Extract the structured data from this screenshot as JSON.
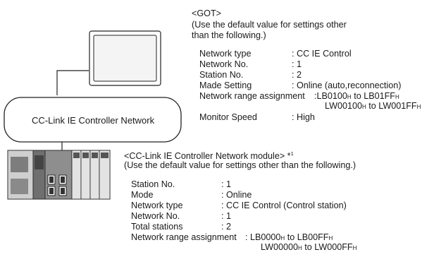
{
  "got": {
    "title": "<GOT>",
    "note_line1": "(Use the default value for settings other",
    "note_line2": " than the following.)",
    "settings": [
      {
        "label": "Network type",
        "value": ": CC IE Control"
      },
      {
        "label": "Network No.",
        "value": ": 1"
      },
      {
        "label": "Station No.",
        "value": ": 2"
      },
      {
        "label": "Made Setting",
        "value": ": Online (auto,reconnection)"
      },
      {
        "label": "Network range assignment",
        "value": ":LB0100",
        "value_sub": "H",
        "value_rest": " to LB01FF",
        "value_rest_sub": "H",
        "value2": "LW00100",
        "value2_sub": "H",
        "value2_rest": " to LW001FF",
        "value2_rest_sub": "H"
      },
      {
        "label": "Monitor Speed",
        "value": ": High"
      }
    ]
  },
  "network": {
    "label": "CC-Link IE Controller Network"
  },
  "module": {
    "title": "<CC-Link IE Controller Network module> *",
    "title_sup": "1",
    "note": "(Use the default value for settings other than the following.)",
    "settings": [
      {
        "label": "Station No.",
        "value": ": 1"
      },
      {
        "label": "Mode",
        "value": ": Online"
      },
      {
        "label": "Network type",
        "value": ": CC IE Control (Control station)"
      },
      {
        "label": "Network No.",
        "value": ": 1"
      },
      {
        "label": "Total stations",
        "value": ": 2"
      },
      {
        "label": "Network range assignment",
        "value": ": LB0000",
        "value_sub": "H",
        "value_rest": " to LB00FF",
        "value_rest_sub": "H",
        "value2": "LW00000",
        "value2_sub": "H",
        "value2_rest": " to LW000FF",
        "value2_rest_sub": "H"
      }
    ]
  },
  "colors": {
    "line": "#222222",
    "panel_dark": "#4a4a4a",
    "panel_mid": "#7a7a7a",
    "panel_light": "#bdbdbd",
    "screen": "#f2f2f2"
  }
}
